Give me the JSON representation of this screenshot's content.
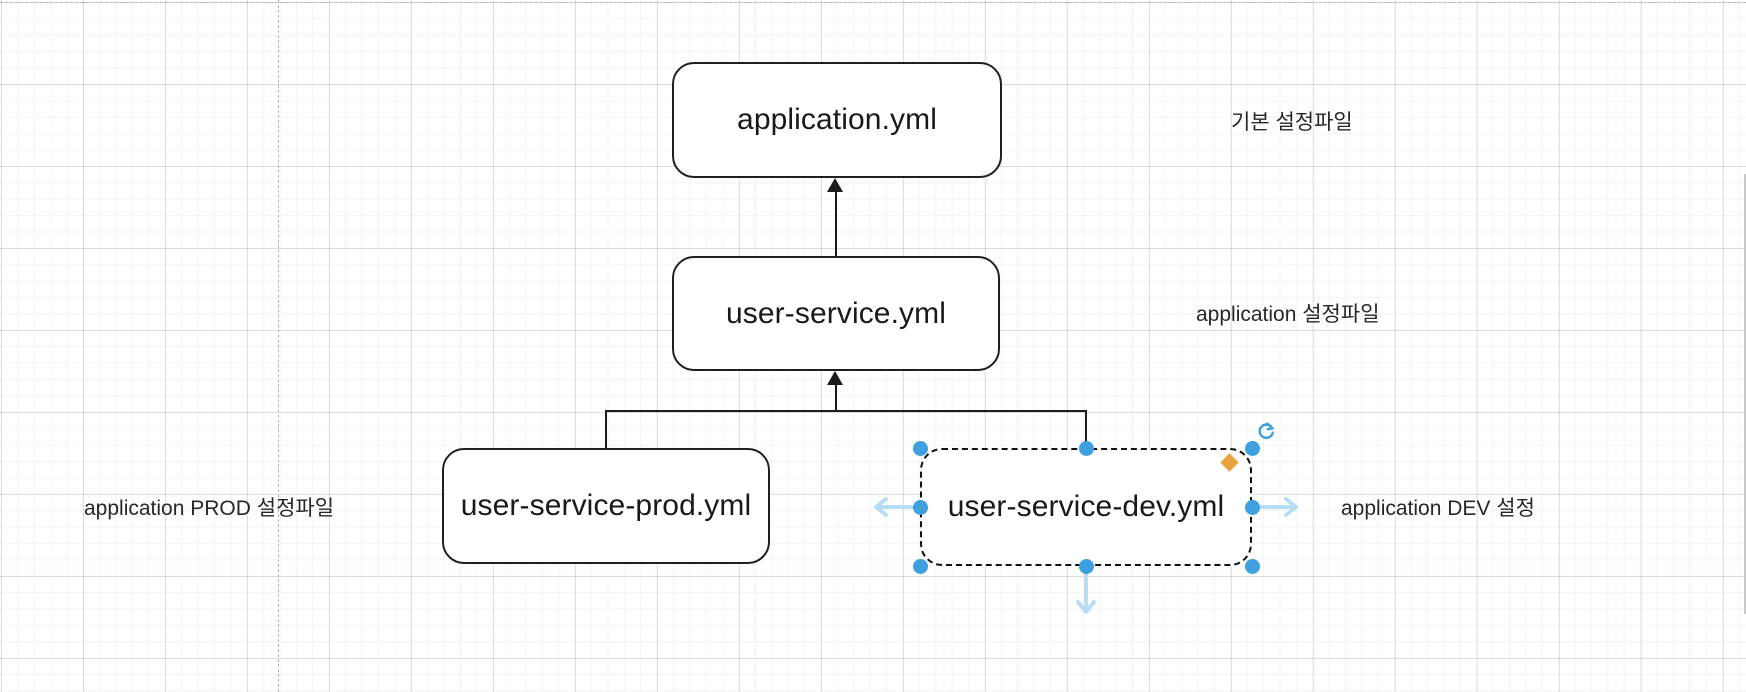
{
  "canvas": {
    "background_color": "#ffffff",
    "grid_minor_color": "#f0f0f0",
    "grid_major_color": "#e2e2e2",
    "page_guide_color": "#b8b8b8"
  },
  "nodes": [
    {
      "id": "application",
      "label": "application.yml",
      "selected": false
    },
    {
      "id": "user-service",
      "label": "user-service.yml",
      "selected": false
    },
    {
      "id": "prod",
      "label": "user-service-prod.yml",
      "selected": false
    },
    {
      "id": "dev",
      "label": "user-service-dev.yml",
      "selected": true
    }
  ],
  "annotations": [
    {
      "id": "basic",
      "text": "기본 설정파일"
    },
    {
      "id": "application",
      "text": "application 설정파일"
    },
    {
      "id": "prod",
      "text": "application PROD 설정파일"
    },
    {
      "id": "dev",
      "text": "application DEV 설정"
    }
  ],
  "selection": {
    "stroke_color": "#111111",
    "handle_color": "#3fa0e0",
    "constraint_color": "#e8a33d",
    "direction_arrow_color": "#b7ddf4",
    "rotate_icon": "rotate-icon",
    "handles": [
      "top-left",
      "top-center",
      "top-right",
      "middle-left",
      "middle-right",
      "bottom-left",
      "bottom-center",
      "bottom-right"
    ]
  },
  "edges": [
    {
      "from": "user-service",
      "to": "application",
      "arrow": "up"
    },
    {
      "from": "prod",
      "to": "user-service",
      "arrow": "up"
    },
    {
      "from": "dev",
      "to": "user-service",
      "arrow": "up"
    }
  ]
}
